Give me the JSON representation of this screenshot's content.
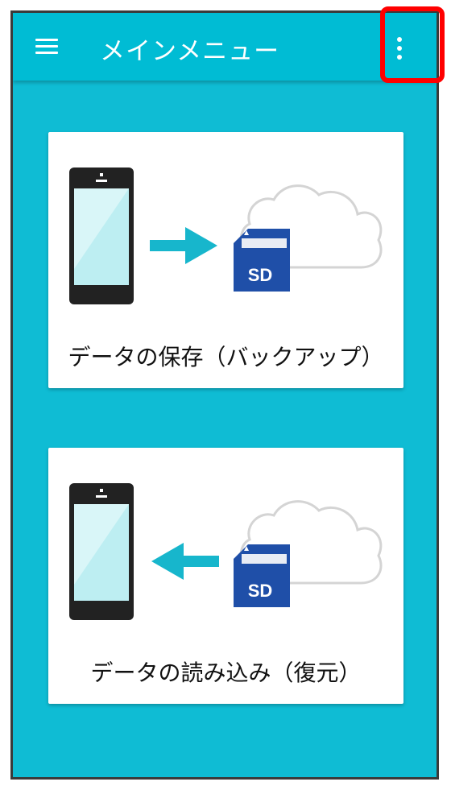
{
  "app_bar": {
    "title": "メインメニュー",
    "menu_icon": "hamburger-menu-icon",
    "overflow_icon": "more-vert-icon",
    "color": "#00bcd4"
  },
  "background_color": "#0fbcd4",
  "highlight_color": "#ff0000",
  "cards": [
    {
      "label": "データの保存（バックアップ）",
      "arrow_direction": "right",
      "sd_label": "SD",
      "icons": [
        "smartphone-icon",
        "arrow-right-icon",
        "sd-card-icon",
        "cloud-icon"
      ]
    },
    {
      "label": "データの読み込み（復元）",
      "arrow_direction": "left",
      "sd_label": "SD",
      "icons": [
        "smartphone-icon",
        "arrow-left-icon",
        "sd-card-icon",
        "cloud-icon"
      ]
    }
  ]
}
